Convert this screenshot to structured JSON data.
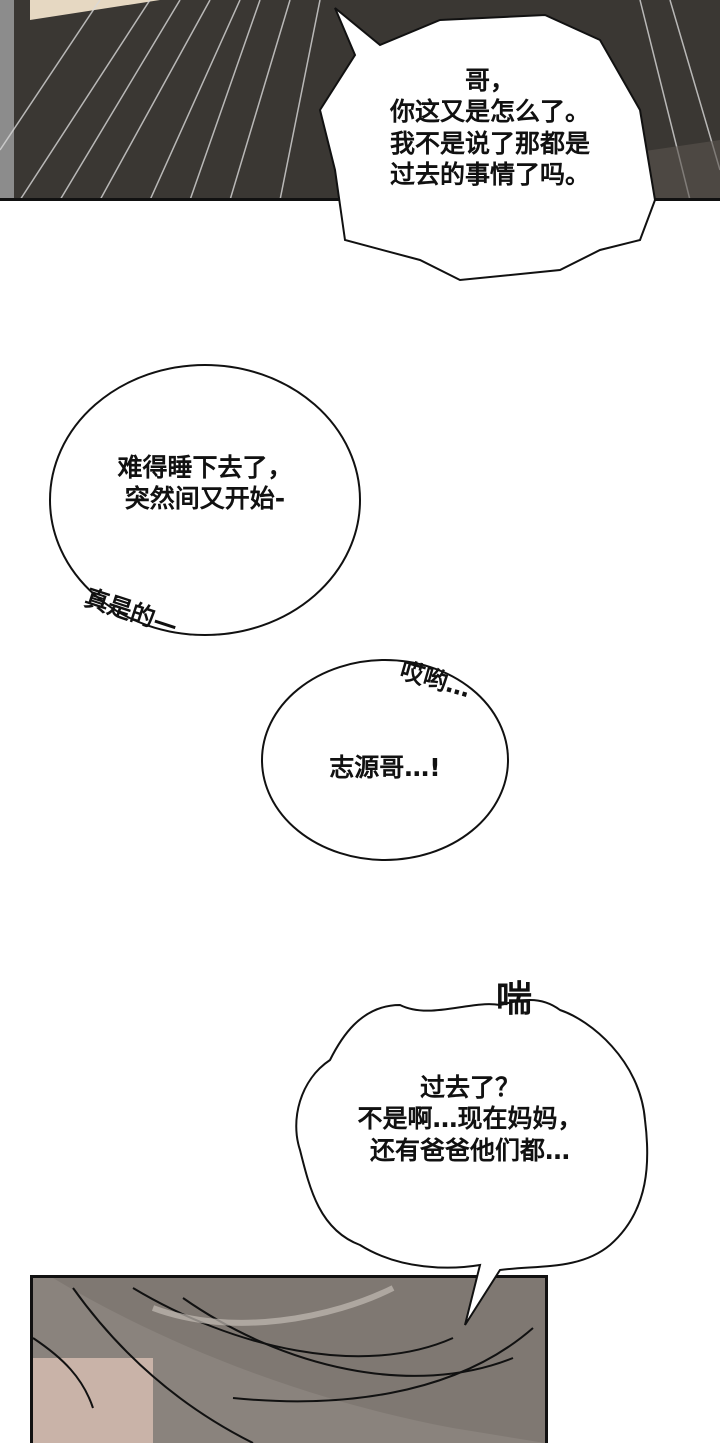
{
  "page": {
    "type": "webtoon-panel-strip",
    "background": "#ffffff"
  },
  "panels": {
    "top": {
      "description": "dark carpet floor with speed lines",
      "color": "#3a3733"
    },
    "bottom": {
      "description": "close-up of grey hair over face",
      "color": "#8a837d"
    }
  },
  "bubbles": [
    {
      "id": "bubble-1",
      "shape": "spiky",
      "lines": [
        "哥，",
        "你这又是怎么了。",
        "我不是说了那都是",
        "过去的事情了吗。"
      ]
    },
    {
      "id": "bubble-2",
      "shape": "oval",
      "lines": [
        "难得睡下去了，",
        "突然间又开始-"
      ]
    },
    {
      "id": "bubble-3",
      "shape": "oval",
      "lines": [
        "志源哥…!"
      ]
    },
    {
      "id": "bubble-4",
      "shape": "wavy",
      "lines": [
        "过去了？",
        "不是啊…现在妈妈，",
        "还有爸爸他们都…"
      ]
    }
  ],
  "sfx": [
    {
      "id": "sfx-zhenshide",
      "text": "真是的—"
    },
    {
      "id": "sfx-aiyo",
      "text": "哎哟…"
    },
    {
      "id": "sfx-chuan",
      "text": "喘"
    }
  ]
}
